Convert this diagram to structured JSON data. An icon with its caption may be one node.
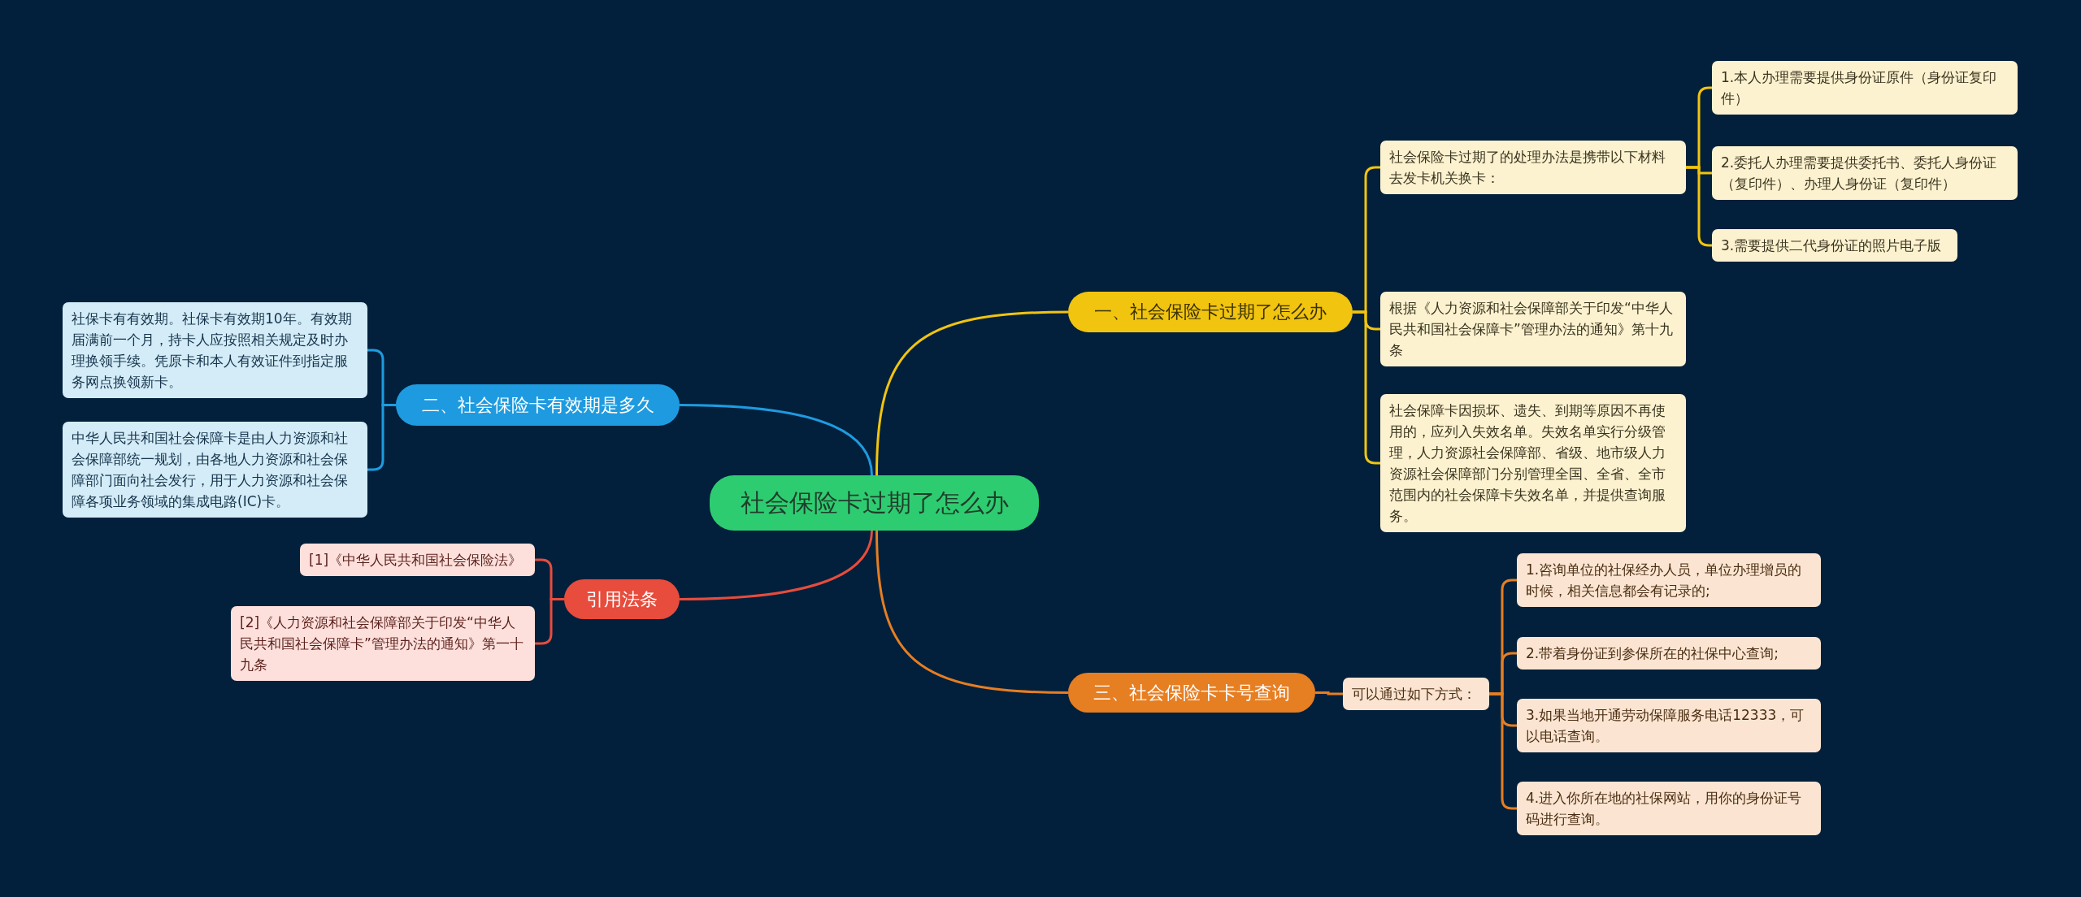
{
  "diagram": {
    "nodes": [
      {
        "text": [
          "社会保险卡过期了怎么办"
        ]
      },
      {
        "text": [
          "一、社会保险卡过期了怎么办"
        ]
      },
      {
        "text": [
          "社会保险卡过期了的处理办法是携带以下材料去发卡机关换卡："
        ]
      },
      {
        "text": [
          "1.本人办理需要提供身份证原件（身份证复印件）"
        ]
      },
      {
        "text": [
          "2.委托人办理需要提供委托书、委托人身份证（复印件）、办理人身份证（复印件）"
        ]
      },
      {
        "text": [
          "3.需要提供二代身份证的照片电子版"
        ]
      },
      {
        "text": [
          "根据《人力资源和社会保障部关于印发“中华人民共和国社会保障卡”管理办法的通知》第十九条"
        ]
      },
      {
        "text": [
          "社会保障卡因损坏、遗失、到期等原因不再使用的，应列入失效名单。失效名单实行分级管理，人力资源社会保障部、省级、地市级人力资源社会保障部门分别管理全国、全省、全市范围内的社会保障卡失效名单，并提供查询服务。"
        ]
      },
      {
        "text": [
          "二、社会保险卡有效期是多久"
        ]
      },
      {
        "text": [
          "社保卡有有效期。社保卡有效期10年。有效期届满前一个月，持卡人应按照相关规定及时办理换领手续。凭原卡和本人有效证件到指定服务网点换领新卡。"
        ]
      },
      {
        "text": [
          "中华人民共和国社会保障卡是由人力资源和社会保障部统一规划，由各地人力资源和社会保障部门面向社会发行，用于人力资源和社会保障各项业务领域的集成电路(IC)卡。"
        ]
      },
      {
        "text": [
          "引用法条"
        ]
      },
      {
        "text": [
          "[1]《中华人民共和国社会保险法》"
        ]
      },
      {
        "text": [
          "[2]《人力资源和社会保障部关于印发“中华人民共和国社会保障卡”管理办法的通知》第一十九条"
        ]
      },
      {
        "text": [
          "三、社会保险卡卡号查询"
        ]
      },
      {
        "text": [
          "可以通过如下方式："
        ]
      },
      {
        "text": [
          "1.咨询单位的社保经办人员，单位办理增员的时候，相关信息都会有记录的;"
        ]
      },
      {
        "text": [
          "2.带着身份证到参保所在的社保中心查询;"
        ]
      },
      {
        "text": [
          "3.如果当地开通劳动保障服务电话12333，可以电话查询。"
        ]
      },
      {
        "text": [
          "4.进入你所在地的社保网站，用你的身份证号码进行查询。"
        ]
      }
    ],
    "edges": [
      {
        "from": 0,
        "to": 1,
        "arrow": "none",
        "color": "#f1c40f"
      },
      {
        "from": 1,
        "to": 2,
        "arrow": "none",
        "color": "#f1c40f"
      },
      {
        "from": 2,
        "to": 3,
        "arrow": "none",
        "color": "#f1c40f"
      },
      {
        "from": 2,
        "to": 4,
        "arrow": "none",
        "color": "#f1c40f"
      },
      {
        "from": 2,
        "to": 5,
        "arrow": "none",
        "color": "#f1c40f"
      },
      {
        "from": 1,
        "to": 6,
        "arrow": "none",
        "color": "#f1c40f"
      },
      {
        "from": 1,
        "to": 7,
        "arrow": "none",
        "color": "#f1c40f"
      },
      {
        "from": 0,
        "to": 8,
        "arrow": "none",
        "color": "#1e9be0"
      },
      {
        "from": 8,
        "to": 9,
        "arrow": "none",
        "color": "#1e9be0"
      },
      {
        "from": 8,
        "to": 10,
        "arrow": "none",
        "color": "#1e9be0"
      },
      {
        "from": 0,
        "to": 11,
        "arrow": "none",
        "color": "#e74c3c"
      },
      {
        "from": 11,
        "to": 12,
        "arrow": "none",
        "color": "#e74c3c"
      },
      {
        "from": 11,
        "to": 13,
        "arrow": "none",
        "color": "#e74c3c"
      },
      {
        "from": 0,
        "to": 14,
        "arrow": "none",
        "color": "#e67e22"
      },
      {
        "from": 14,
        "to": 15,
        "arrow": "none",
        "color": "#e67e22"
      },
      {
        "from": 15,
        "to": 16,
        "arrow": "none",
        "color": "#e67e22"
      },
      {
        "from": 15,
        "to": 17,
        "arrow": "none",
        "color": "#e67e22"
      },
      {
        "from": 15,
        "to": 18,
        "arrow": "none",
        "color": "#e67e22"
      },
      {
        "from": 15,
        "to": 19,
        "arrow": "none",
        "color": "#e67e22"
      }
    ]
  }
}
